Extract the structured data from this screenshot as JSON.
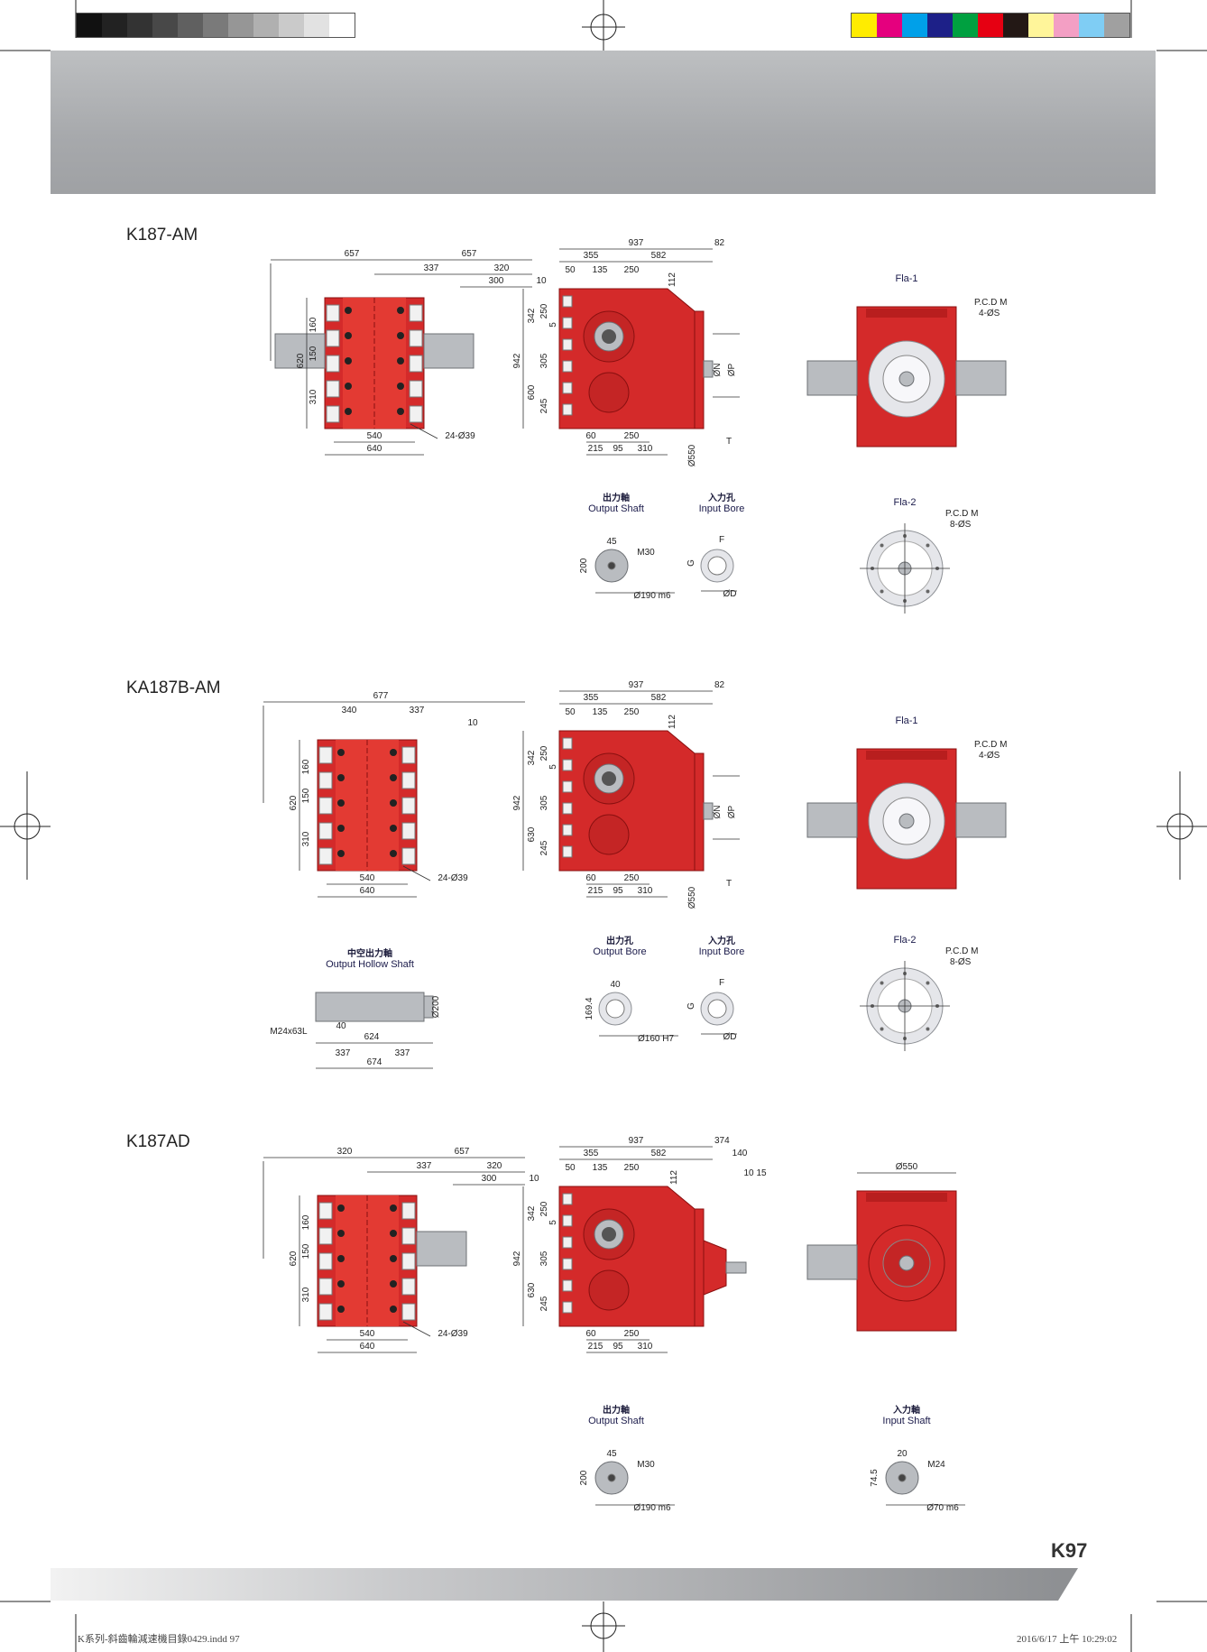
{
  "page": {
    "page_number": "K97",
    "footer_file": "K系列-斜齒輪減速機目錄0429.indd   97",
    "footer_timestamp": "2016/6/17   上午 10:29:02"
  },
  "colors": {
    "gear_red": "#d42a2a",
    "header_grey": "#a7a9ac",
    "grey_swatches": [
      "#111111",
      "#222222",
      "#333333",
      "#484848",
      "#606060",
      "#7a7a7a",
      "#969696",
      "#b0b0b0",
      "#cacaca",
      "#e2e2e2",
      "#ffffff"
    ],
    "color_swatches": [
      "#ffec00",
      "#e5007e",
      "#00a0e9",
      "#1d2088",
      "#00a040",
      "#e60012",
      "#231815",
      "#fff59a",
      "#f39fc4",
      "#7fcdf4",
      "#a0a0a0"
    ]
  },
  "sections": [
    {
      "model": "K187-AM",
      "side": {
        "top_dims": [
          "657",
          "657",
          "337",
          "320",
          "300",
          "10"
        ],
        "left_dims": [
          "620",
          "160",
          "150",
          "310"
        ],
        "bottom_dims": [
          "540",
          "640"
        ],
        "bolt_label": "24-Ø39"
      },
      "front": {
        "top_dims": [
          "937",
          "82",
          "355",
          "582",
          "50",
          "135",
          "250",
          "112"
        ],
        "left_dims": [
          "942",
          "342",
          "250",
          "5",
          "600",
          "305",
          "245"
        ],
        "bottom_dims": [
          "60",
          "250",
          "215",
          "95",
          "310"
        ],
        "right_dims": [
          "ØN",
          "ØP",
          "Ø550",
          "T"
        ]
      },
      "flange_1": {
        "label": "Fla-1",
        "pcd": "P.C.D M",
        "holes": "4-ØS"
      },
      "flange_2": {
        "label": "Fla-2",
        "pcd": "P.C.D M",
        "holes": "8-ØS"
      },
      "detail_1": {
        "zh": "出力軸",
        "en": "Output Shaft",
        "dims": [
          "45",
          "M30",
          "200",
          "Ø190 m6"
        ]
      },
      "detail_2": {
        "zh": "入力孔",
        "en": "Input Bore",
        "dims": [
          "F",
          "G",
          "ØD"
        ]
      }
    },
    {
      "model": "KA187B-AM",
      "side": {
        "top_dims": [
          "677",
          "340",
          "337",
          "10"
        ],
        "left_dims": [
          "620",
          "160",
          "150",
          "310"
        ],
        "bottom_dims": [
          "540",
          "640"
        ],
        "bolt_label": "24-Ø39"
      },
      "front": {
        "top_dims": [
          "937",
          "82",
          "355",
          "582",
          "50",
          "135",
          "250",
          "112"
        ],
        "left_dims": [
          "942",
          "342",
          "250",
          "5",
          "630",
          "305",
          "245"
        ],
        "bottom_dims": [
          "60",
          "250",
          "215",
          "95",
          "310"
        ],
        "right_dims": [
          "ØN",
          "ØP",
          "Ø550",
          "T"
        ]
      },
      "flange_1": {
        "label": "Fla-1",
        "pcd": "P.C.D M",
        "holes": "4-ØS"
      },
      "flange_2": {
        "label": "Fla-2",
        "pcd": "P.C.D M",
        "holes": "8-ØS"
      },
      "hollow": {
        "zh": "中空出力軸",
        "en": "Output Hollow Shaft",
        "dims": [
          "Ø200",
          "M24x63L",
          "40",
          "624",
          "337",
          "337",
          "674"
        ]
      },
      "detail_1": {
        "zh": "出力孔",
        "en": "Output Bore",
        "dims": [
          "40",
          "169.4",
          "Ø160 H7"
        ]
      },
      "detail_2": {
        "zh": "入力孔",
        "en": "Input Bore",
        "dims": [
          "F",
          "G",
          "ØD"
        ]
      }
    },
    {
      "model": "K187AD",
      "side": {
        "top_dims": [
          "320",
          "657",
          "337",
          "320",
          "300",
          "10"
        ],
        "left_dims": [
          "620",
          "160",
          "150",
          "310"
        ],
        "bottom_dims": [
          "540",
          "640"
        ],
        "bolt_label": "24-Ø39"
      },
      "front": {
        "top_dims": [
          "937",
          "374",
          "355",
          "582",
          "140",
          "50",
          "135",
          "250",
          "112",
          "10",
          "15"
        ],
        "left_dims": [
          "942",
          "342",
          "250",
          "5",
          "630",
          "305",
          "245"
        ],
        "bottom_dims": [
          "60",
          "250",
          "215",
          "95",
          "310"
        ]
      },
      "end_view": {
        "dims": [
          "Ø550"
        ]
      },
      "detail_1": {
        "zh": "出力軸",
        "en": "Output Shaft",
        "dims": [
          "45",
          "M30",
          "200",
          "Ø190 m6"
        ]
      },
      "detail_2": {
        "zh": "入力軸",
        "en": "Input Shaft",
        "dims": [
          "20",
          "M24",
          "74.5",
          "Ø70 m6"
        ]
      }
    }
  ]
}
